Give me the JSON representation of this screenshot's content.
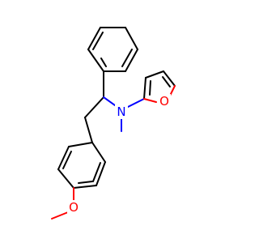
{
  "molecule": {
    "atoms": {
      "N": {
        "label": "N",
        "color": "#0000ff"
      },
      "O_furan": {
        "label": "O",
        "color": "#ff0000"
      },
      "O_methoxy": {
        "label": "O",
        "color": "#ff0000"
      }
    },
    "bond_color": "#000000",
    "background": "#ffffff"
  }
}
